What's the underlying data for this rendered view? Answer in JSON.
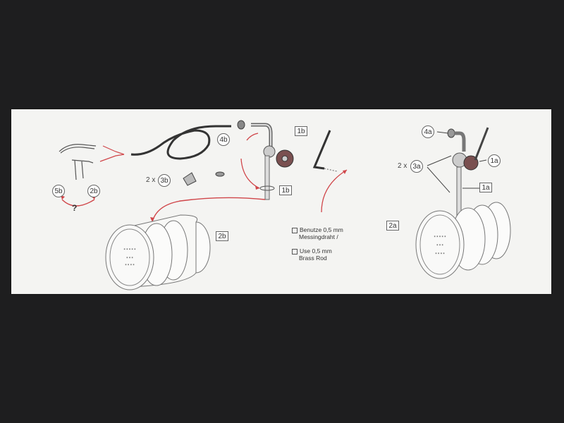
{
  "labels": {
    "l5b": "5b",
    "l2b_left": "2b",
    "qmark": "?",
    "l4b": "4b",
    "l1b_top": "1b",
    "l3b_prefix": "2 x",
    "l3b": "3b",
    "l1b_mid": "1b",
    "l2b_box": "2b",
    "l4a": "4a",
    "l3a_prefix": "2 x",
    "l3a": "3a",
    "l1a_circle": "1a",
    "l1a_box": "1a",
    "l2a": "2a"
  },
  "notes": {
    "de_line1": "Benutze 0,5 mm",
    "de_line2": "Messingdraht /",
    "en_line1": "Use 0,5 mm",
    "en_line2": "Brass Rod"
  },
  "colors": {
    "arrow": "#d0464a",
    "line": "#555555",
    "paper": "#f4f4f2",
    "background": "#1e1e1f"
  }
}
